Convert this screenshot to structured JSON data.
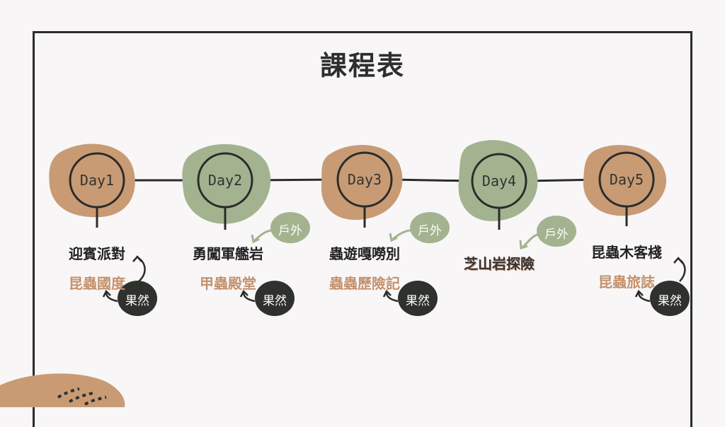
{
  "title": "課程表",
  "days": [
    {
      "label": "Day1",
      "activity": "迎賓派對",
      "place": "昆蟲國度",
      "badge": "果然",
      "color": "#c89b74",
      "outdoor": ""
    },
    {
      "label": "Day2",
      "activity": "勇闖軍艦岩",
      "place": "甲蟲殿堂",
      "badge": "果然",
      "color": "#a3b38f",
      "outdoor": "戶外"
    },
    {
      "label": "Day3",
      "activity": "蟲遊嘎嘮別",
      "place": "蟲蟲歷險記",
      "badge": "果然",
      "color": "#c89b74",
      "outdoor": "戶外"
    },
    {
      "label": "Day4",
      "activity": "芝山岩探險",
      "place": "",
      "badge": "",
      "color": "#a3b38f",
      "outdoor": "戶外"
    },
    {
      "label": "Day5",
      "activity": "昆蟲木客棧",
      "place": "昆蟲旅誌",
      "badge": "果然",
      "color": "#c89b74",
      "outdoor": ""
    }
  ],
  "colors": {
    "brown": "#c89b74",
    "green": "#a3b38f",
    "dark": "#2f312d",
    "ink": "#2b2b2b"
  }
}
